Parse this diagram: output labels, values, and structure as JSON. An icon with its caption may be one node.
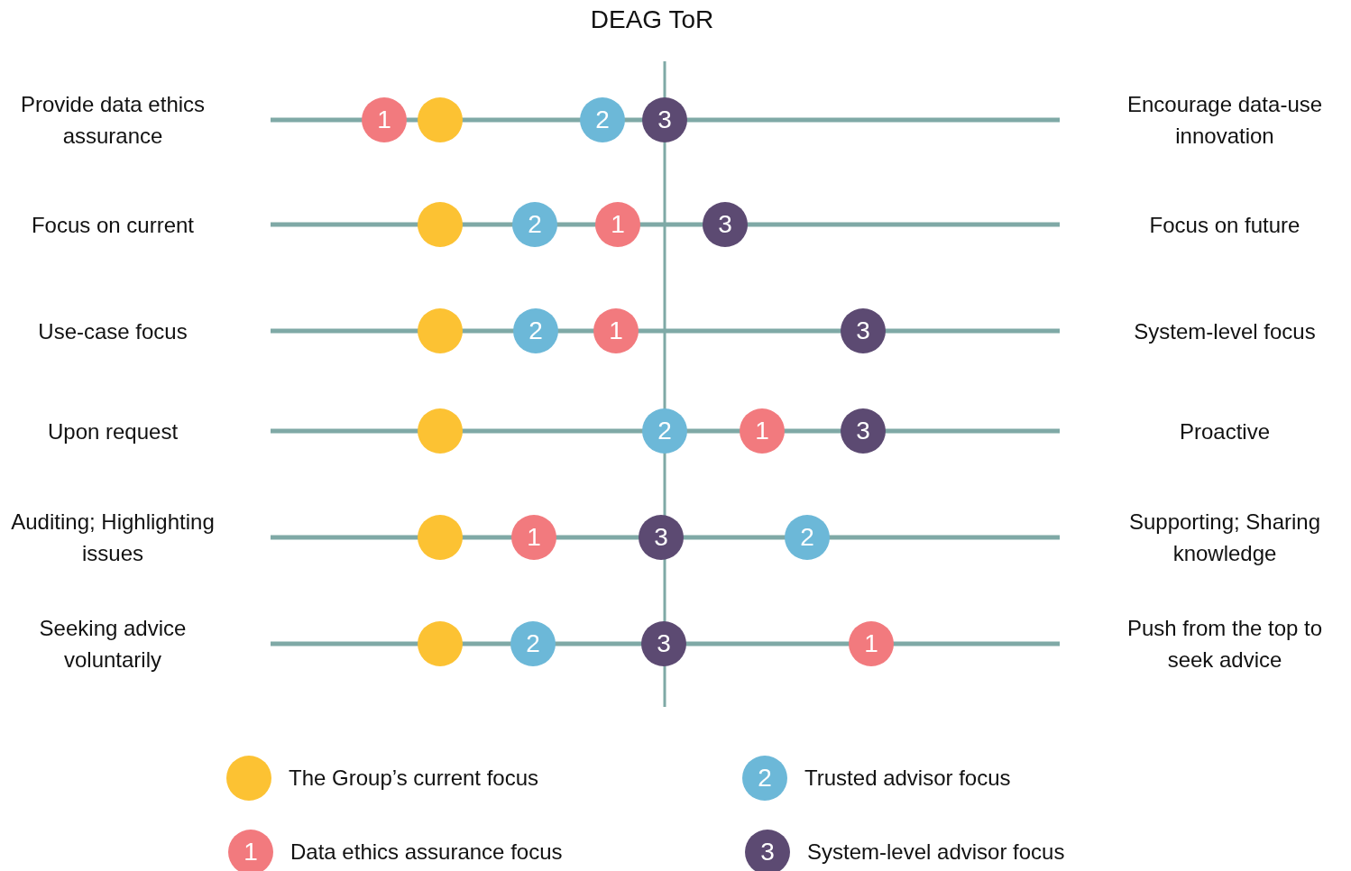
{
  "diagram": {
    "title": "DEAG ToR",
    "nodes": [
      {
        "text": [
          "1"
        ]
      },
      {
        "text": [],
        "shape": "circle"
      },
      {
        "text": [
          "2"
        ]
      },
      {
        "text": [
          "3"
        ]
      },
      {
        "text": [],
        "shape": "circle"
      },
      {
        "text": [
          "2"
        ]
      },
      {
        "text": [
          "1"
        ]
      },
      {
        "text": [
          "3"
        ]
      },
      {
        "text": [],
        "shape": "circle"
      },
      {
        "text": [
          "2"
        ]
      },
      {
        "text": [
          "1"
        ]
      },
      {
        "text": [
          "3"
        ]
      },
      {
        "text": [],
        "shape": "circle"
      },
      {
        "text": [
          "2"
        ]
      },
      {
        "text": [
          "1"
        ]
      },
      {
        "text": [
          "3"
        ]
      },
      {
        "text": [],
        "shape": "circle"
      },
      {
        "text": [
          "1"
        ]
      },
      {
        "text": [
          "3"
        ]
      },
      {
        "text": [
          "2"
        ]
      },
      {
        "text": [],
        "shape": "circle"
      },
      {
        "text": [
          "2"
        ]
      },
      {
        "text": [
          "3"
        ]
      },
      {
        "text": [
          "1"
        ]
      }
    ],
    "labels": [
      "Provide data ethics assurance",
      "Encourage data-use innovation",
      "Focus on current",
      "Focus on future",
      "Use-case focus",
      "System-level focus",
      "Upon request",
      "Proactive",
      "Auditing; Highlighting issues",
      "Supporting; Sharing knowledge",
      "Seeking advice voluntarily",
      "Push from the top to seek advice",
      "2",
      "1",
      "3"
    ],
    "legend": [
      {
        "text": "The Group’s current focus",
        "color": "#fcc233"
      },
      {
        "text": "Trusted advisor focus",
        "color": "#6cb8d8"
      },
      {
        "text": "Data ethics assurance focus",
        "color": "#f27a7e"
      },
      {
        "text": "System-level advisor focus",
        "color": "#5c4a72"
      }
    ]
  }
}
